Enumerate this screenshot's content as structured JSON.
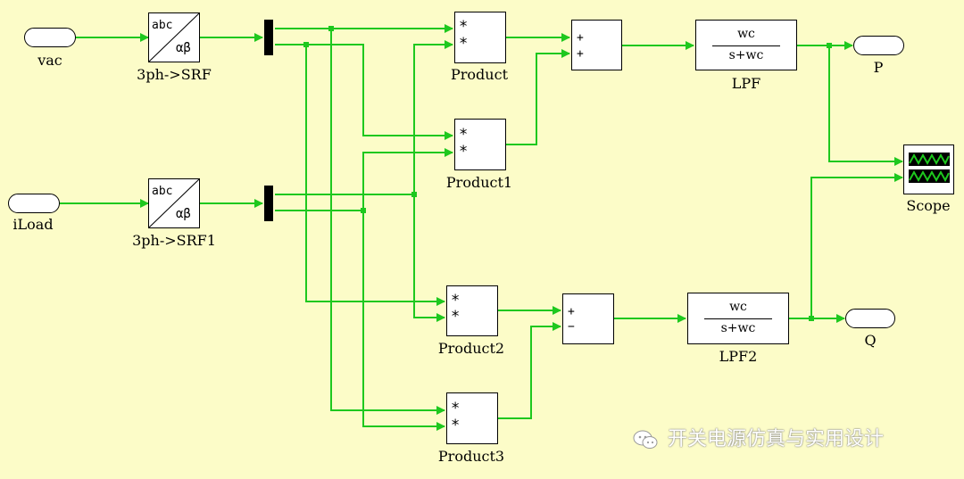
{
  "inputs": {
    "vac": "vac",
    "iload": "iLoad"
  },
  "outputs": {
    "p": "P",
    "q": "Q"
  },
  "blocks": {
    "srf1": {
      "label": "3ph->SRF",
      "top_text": "abc",
      "bottom_text": "αβ"
    },
    "srf2": {
      "label": "3ph->SRF1",
      "top_text": "abc",
      "bottom_text": "αβ"
    },
    "product": {
      "label": "Product",
      "in1": "*",
      "in2": "*"
    },
    "product1": {
      "label": "Product1",
      "in1": "*",
      "in2": "*"
    },
    "product2": {
      "label": "Product2",
      "in1": "*",
      "in2": "*"
    },
    "product3": {
      "label": "Product3",
      "in1": "*",
      "in2": "*"
    },
    "sum1": {
      "sign1": "+",
      "sign2": "+"
    },
    "sum2": {
      "sign1": "+",
      "sign2": "−"
    },
    "lpf": {
      "label": "LPF",
      "num": "wc",
      "den": "s+wc"
    },
    "lpf2": {
      "label": "LPF2",
      "num": "wc",
      "den": "s+wc"
    },
    "scope": {
      "label": "Scope"
    }
  },
  "colors": {
    "background": "#fcfcc8",
    "signal": "#1ec81e",
    "block_fill": "#ffffff"
  },
  "watermark": {
    "text": "开关电源仿真与实用设计",
    "icon": "wechat-icon"
  }
}
